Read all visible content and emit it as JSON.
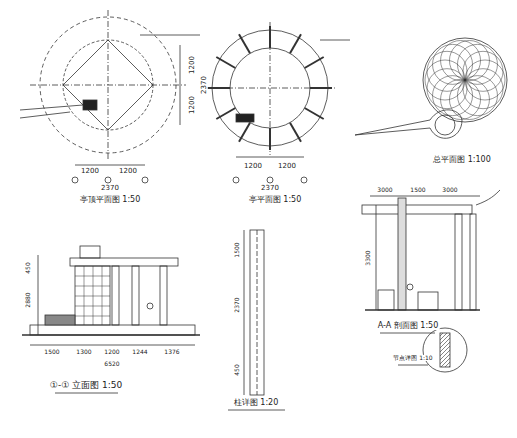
{
  "diagram": {
    "labels": [
      "1200",
      "1200",
      "2370",
      "1200",
      "1200",
      "2370",
      "亭顶平面图 1:50",
      "1200",
      "1200",
      "2370",
      "亭平面图 1:50",
      "总平面图 1:100",
      "1500",
      "1300",
      "1200",
      "1244",
      "1376",
      "6520",
      "2880",
      "450",
      "①-① 立面图 1:50",
      "2370",
      "1500",
      "450",
      "柱详图 1:20",
      "3000",
      "1500",
      "3000",
      "3300",
      "A-A 剖面图 1:50",
      "节点详图 1:10"
    ]
  }
}
